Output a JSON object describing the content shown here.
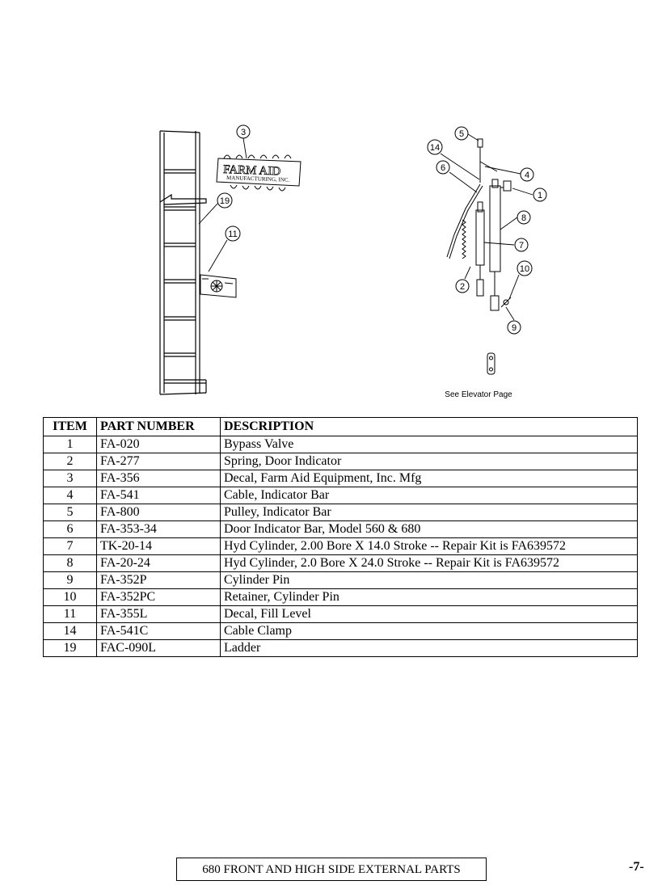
{
  "diagram": {
    "callouts": {
      "c1": "1",
      "c2": "2",
      "c3": "3",
      "c4": "4",
      "c5": "5",
      "c6": "6",
      "c7": "7",
      "c8": "8",
      "c9": "9",
      "c10": "10",
      "c11": "11",
      "c14": "14",
      "c19": "19"
    },
    "decal_farm_aid": {
      "brand": "FARM AID",
      "line2": "MANUFACTURING, INC."
    },
    "see_elevator_note": "See Elevator Page"
  },
  "parts_table": {
    "headers": {
      "item": "ITEM",
      "part_number": "PART NUMBER",
      "description": "DESCRIPTION"
    },
    "rows": [
      {
        "item": "1",
        "part_number": "FA-020",
        "description": "Bypass Valve"
      },
      {
        "item": "2",
        "part_number": "FA-277",
        "description": "Spring, Door Indicator"
      },
      {
        "item": "3",
        "part_number": "FA-356",
        "description": "Decal, Farm Aid Equipment, Inc. Mfg"
      },
      {
        "item": "4",
        "part_number": "FA-541",
        "description": "Cable, Indicator Bar"
      },
      {
        "item": "5",
        "part_number": "FA-800",
        "description": "Pulley, Indicator Bar"
      },
      {
        "item": "6",
        "part_number": "FA-353-34",
        "description": "Door Indicator Bar, Model 560 & 680"
      },
      {
        "item": "7",
        "part_number": "TK-20-14",
        "description": "Hyd Cylinder, 2.00 Bore X 14.0 Stroke -- Repair Kit is FA639572"
      },
      {
        "item": "8",
        "part_number": "FA-20-24",
        "description": "Hyd Cylinder, 2.0 Bore X 24.0 Stroke -- Repair Kit is FA639572"
      },
      {
        "item": "9",
        "part_number": "FA-352P",
        "description": "Cylinder Pin"
      },
      {
        "item": "10",
        "part_number": "FA-352PC",
        "description": "Retainer, Cylinder Pin"
      },
      {
        "item": "11",
        "part_number": "FA-355L",
        "description": "Decal, Fill Level"
      },
      {
        "item": "14",
        "part_number": "FA-541C",
        "description": "Cable Clamp"
      },
      {
        "item": "19",
        "part_number": "FAC-090L",
        "description": "Ladder"
      }
    ]
  },
  "footer": {
    "title": "680  FRONT AND HIGH SIDE EXTERNAL PARTS",
    "page_number": "-7-"
  }
}
